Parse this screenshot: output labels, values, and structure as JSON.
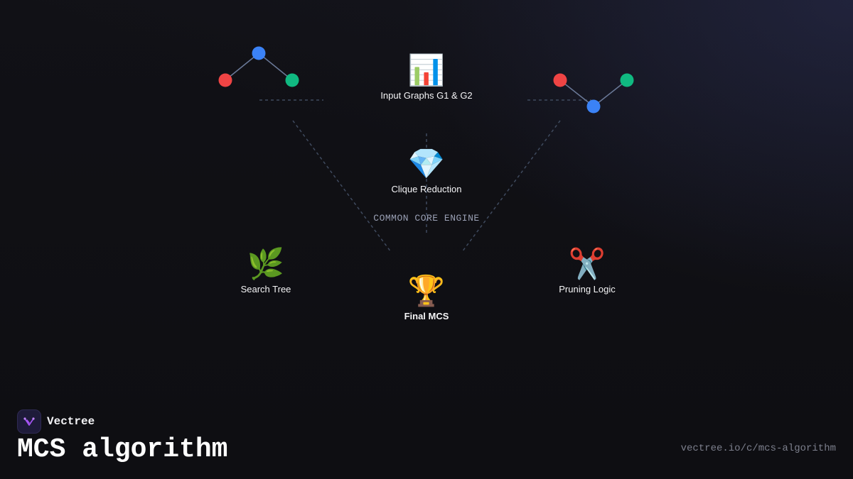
{
  "diagram": {
    "nodes": {
      "input": {
        "icon": "📊",
        "icon_name": "bar-chart-icon",
        "label": "Input Graphs G1 & G2"
      },
      "clique": {
        "icon": "💎",
        "icon_name": "gem-icon",
        "label": "Clique Reduction"
      },
      "search": {
        "icon": "🌿",
        "icon_name": "herb-icon",
        "label": "Search Tree"
      },
      "pruning": {
        "icon": "✂️",
        "icon_name": "scissors-icon",
        "label": "Pruning Logic"
      },
      "final": {
        "icon": "🏆",
        "icon_name": "trophy-icon",
        "label": "Final MCS"
      }
    },
    "core_label": "COMMON CORE ENGINE",
    "graph_node_colors": {
      "red": "#ef4444",
      "blue": "#3b82f6",
      "green": "#10b981"
    },
    "edge_color": "#6b7a99",
    "connector_color": "#3f4a5e"
  },
  "footer": {
    "brand_name": "Vectree",
    "title": "MCS algorithm",
    "url": "vectree.io/c/mcs-algorithm"
  },
  "colors": {
    "background": "#0f0f13",
    "logo_background": "#1e1b3a",
    "logo_accent": "#a855f7",
    "url_text": "#7c7f8c"
  }
}
